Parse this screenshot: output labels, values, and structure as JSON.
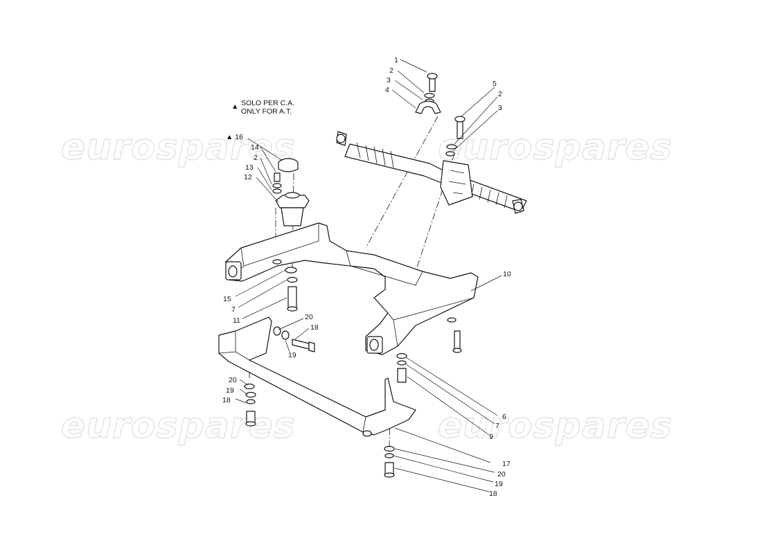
{
  "watermark": {
    "text": "eurospares"
  },
  "note": {
    "marker": "▲",
    "line1": "SOLO PER C.A.",
    "line2": "ONLY FOR A.T."
  },
  "callouts": {
    "c1": "1",
    "c2a": "2",
    "c3a": "3",
    "c4": "4",
    "c5": "5",
    "c2b": "2",
    "c3b": "3",
    "c16": "▲ 16",
    "c14": "14",
    "c2c": "2",
    "c13": "13",
    "c12": "12",
    "c10": "10",
    "c15": "15",
    "c7a": "7",
    "c11": "11",
    "c20a": "20",
    "c18a": "18",
    "c19a": "19",
    "c20b": "20",
    "c19b": "19",
    "c18b": "18",
    "c6": "6",
    "c7b": "7",
    "c9": "9",
    "c17": "17",
    "c20c": "20",
    "c19c": "19",
    "c18c": "18"
  }
}
